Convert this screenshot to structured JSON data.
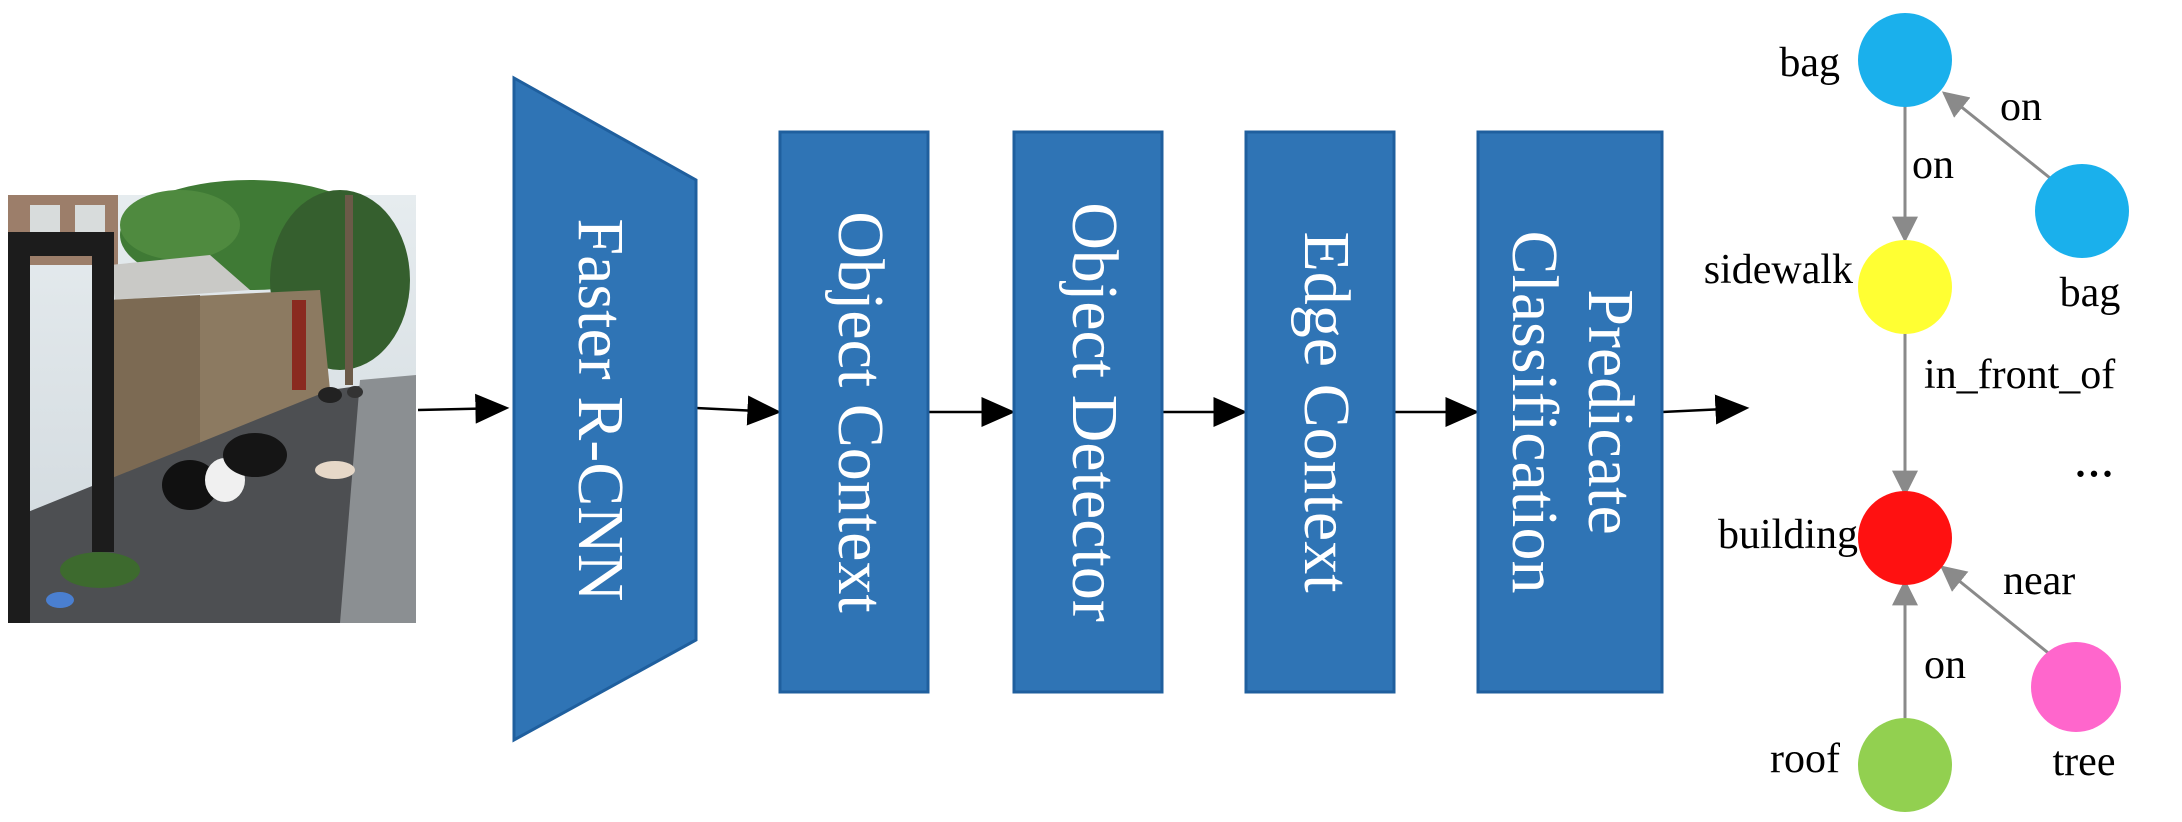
{
  "colors": {
    "block_fill": "#2f74b5",
    "block_stroke": "#1f5f9e",
    "arrow": "#000000",
    "graph_edge": "#8a8a8a",
    "node_bag": "#1ab0ec",
    "node_sidewalk": "#ffff33",
    "node_building": "#ff1111",
    "node_tree": "#ff66cc",
    "node_roof": "#92d050"
  },
  "input_image": {
    "description_icon": "photo-icon"
  },
  "pipeline": {
    "faster_rcnn": "Faster R-CNN",
    "object_context": "Object Context",
    "object_detector": "Object Detector",
    "edge_context": "Edge Context",
    "predicate_line1": "Predicate",
    "predicate_line2": "Classification"
  },
  "scene_graph": {
    "nodes": {
      "bag1": "bag",
      "bag2": "bag",
      "sidewalk": "sidewalk",
      "building": "building",
      "roof": "roof",
      "tree": "tree"
    },
    "edges": {
      "bag2_bag1": "on",
      "bag1_sidewalk": "on",
      "sidewalk_building": "in_front_of",
      "tree_building": "near",
      "roof_building": "on"
    },
    "ellipsis": "..."
  }
}
